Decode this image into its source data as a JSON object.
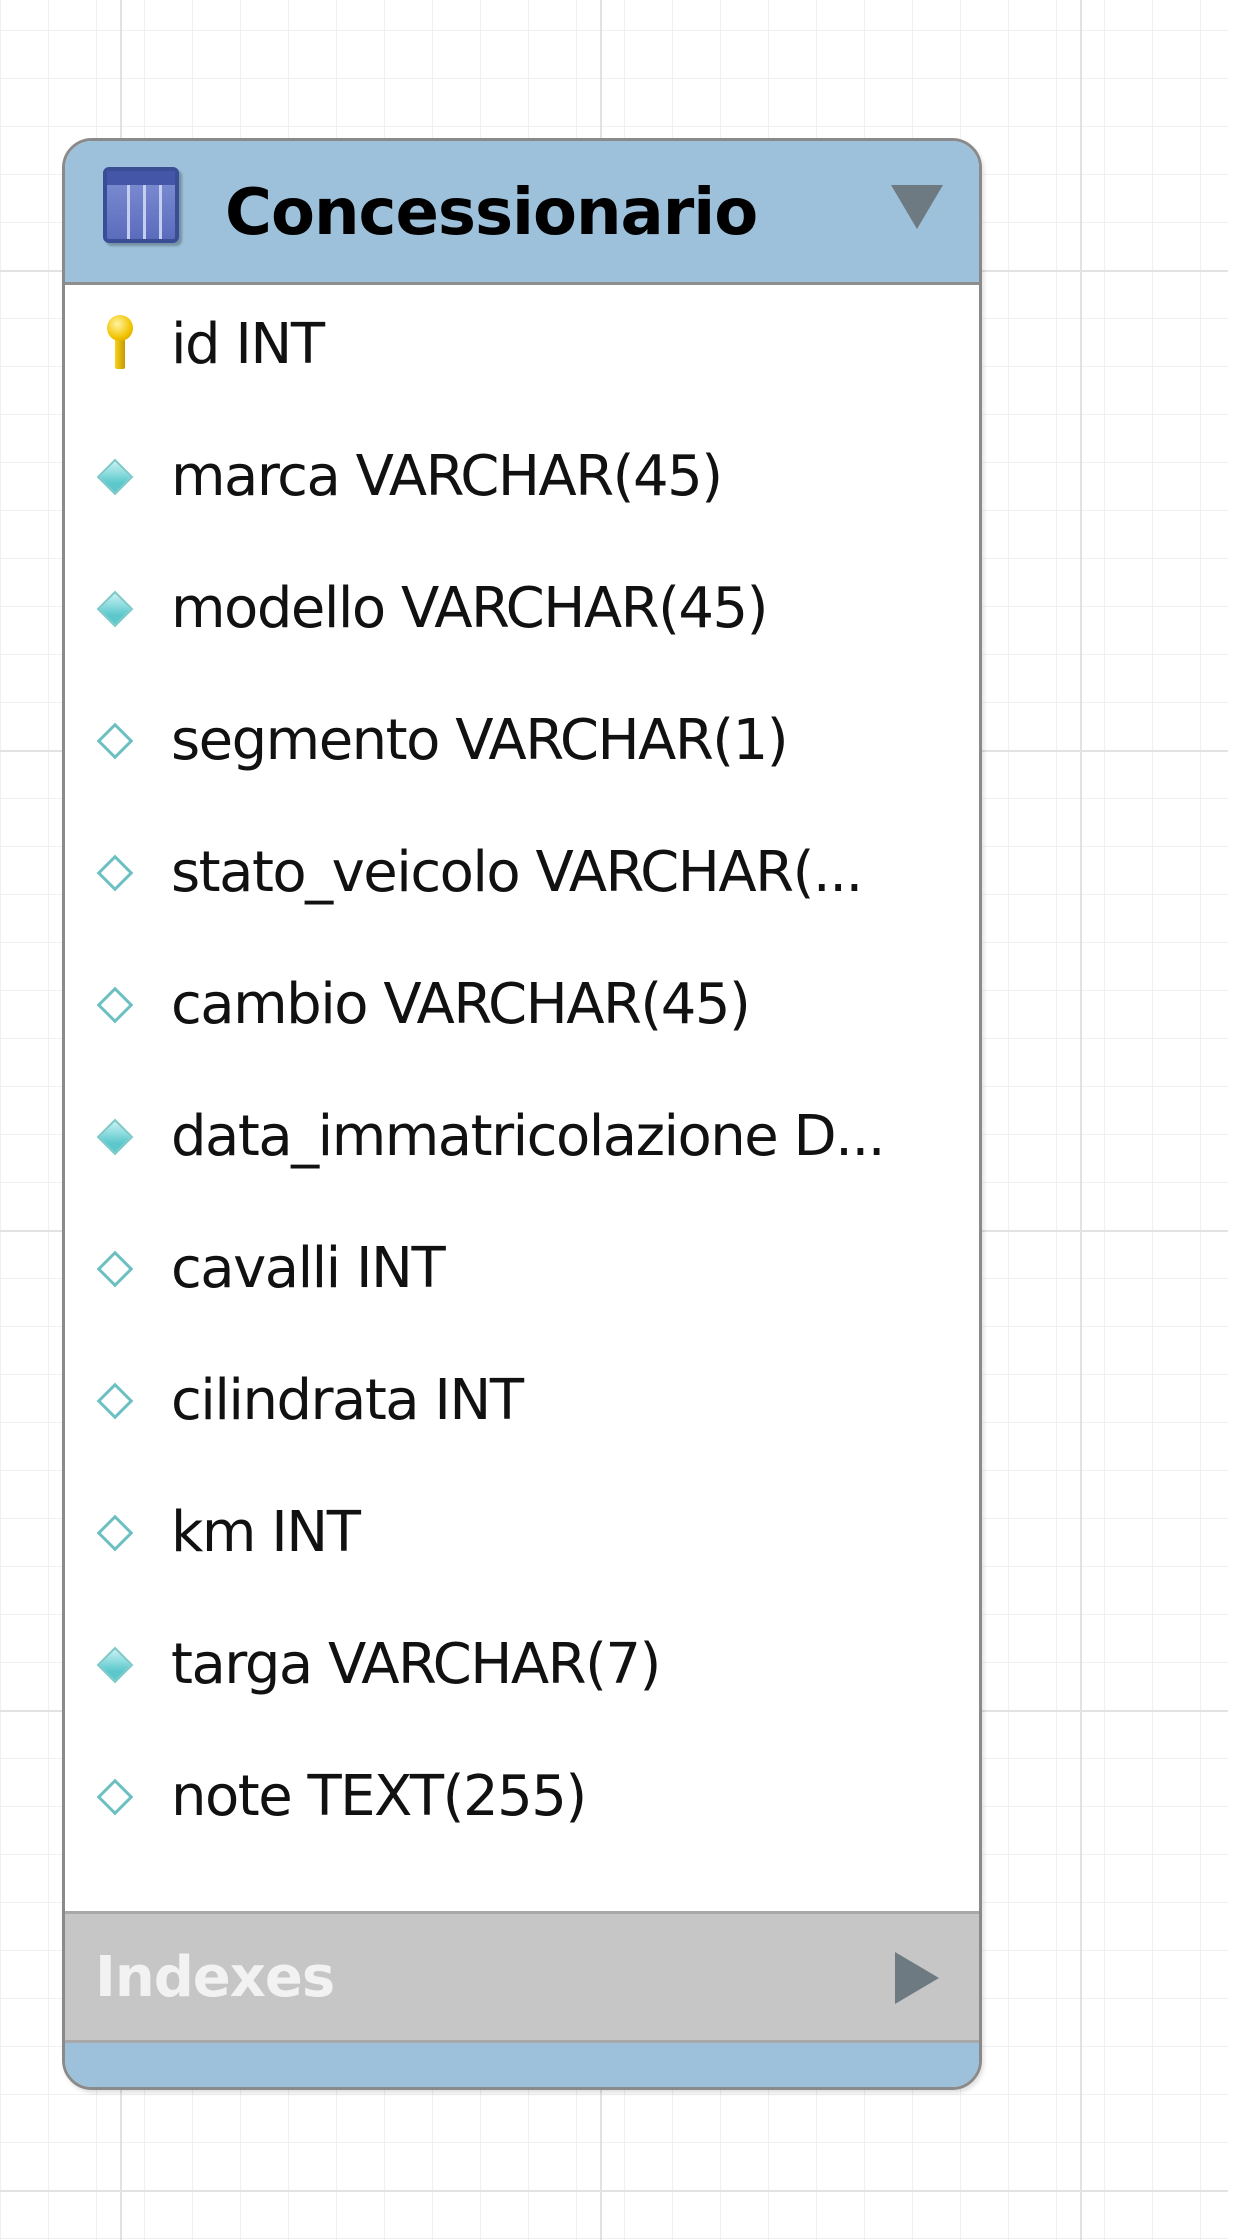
{
  "table": {
    "name": "Concessionario",
    "columns": [
      {
        "label": "id INT",
        "icon": "primary-key-icon"
      },
      {
        "label": "marca VARCHAR(45)",
        "icon": "filled-diamond-icon"
      },
      {
        "label": "modello VARCHAR(45)",
        "icon": "filled-diamond-icon"
      },
      {
        "label": "segmento VARCHAR(1)",
        "icon": "hollow-diamond-icon"
      },
      {
        "label": "stato_veicolo VARCHAR(...",
        "icon": "hollow-diamond-icon"
      },
      {
        "label": "cambio VARCHAR(45)",
        "icon": "hollow-diamond-icon"
      },
      {
        "label": "data_immatricolazione D...",
        "icon": "filled-diamond-icon"
      },
      {
        "label": "cavalli INT",
        "icon": "hollow-diamond-icon"
      },
      {
        "label": "cilindrata INT",
        "icon": "hollow-diamond-icon"
      },
      {
        "label": "km INT",
        "icon": "hollow-diamond-icon"
      },
      {
        "label": "targa VARCHAR(7)",
        "icon": "filled-diamond-icon"
      },
      {
        "label": "note TEXT(255)",
        "icon": "hollow-diamond-icon"
      }
    ],
    "indexes_label": "Indexes"
  },
  "colors": {
    "header": "#9dc1da",
    "indexes_bar": "#c6c6c6",
    "diamond": "#5cc8cc",
    "key": "#f2c300"
  }
}
